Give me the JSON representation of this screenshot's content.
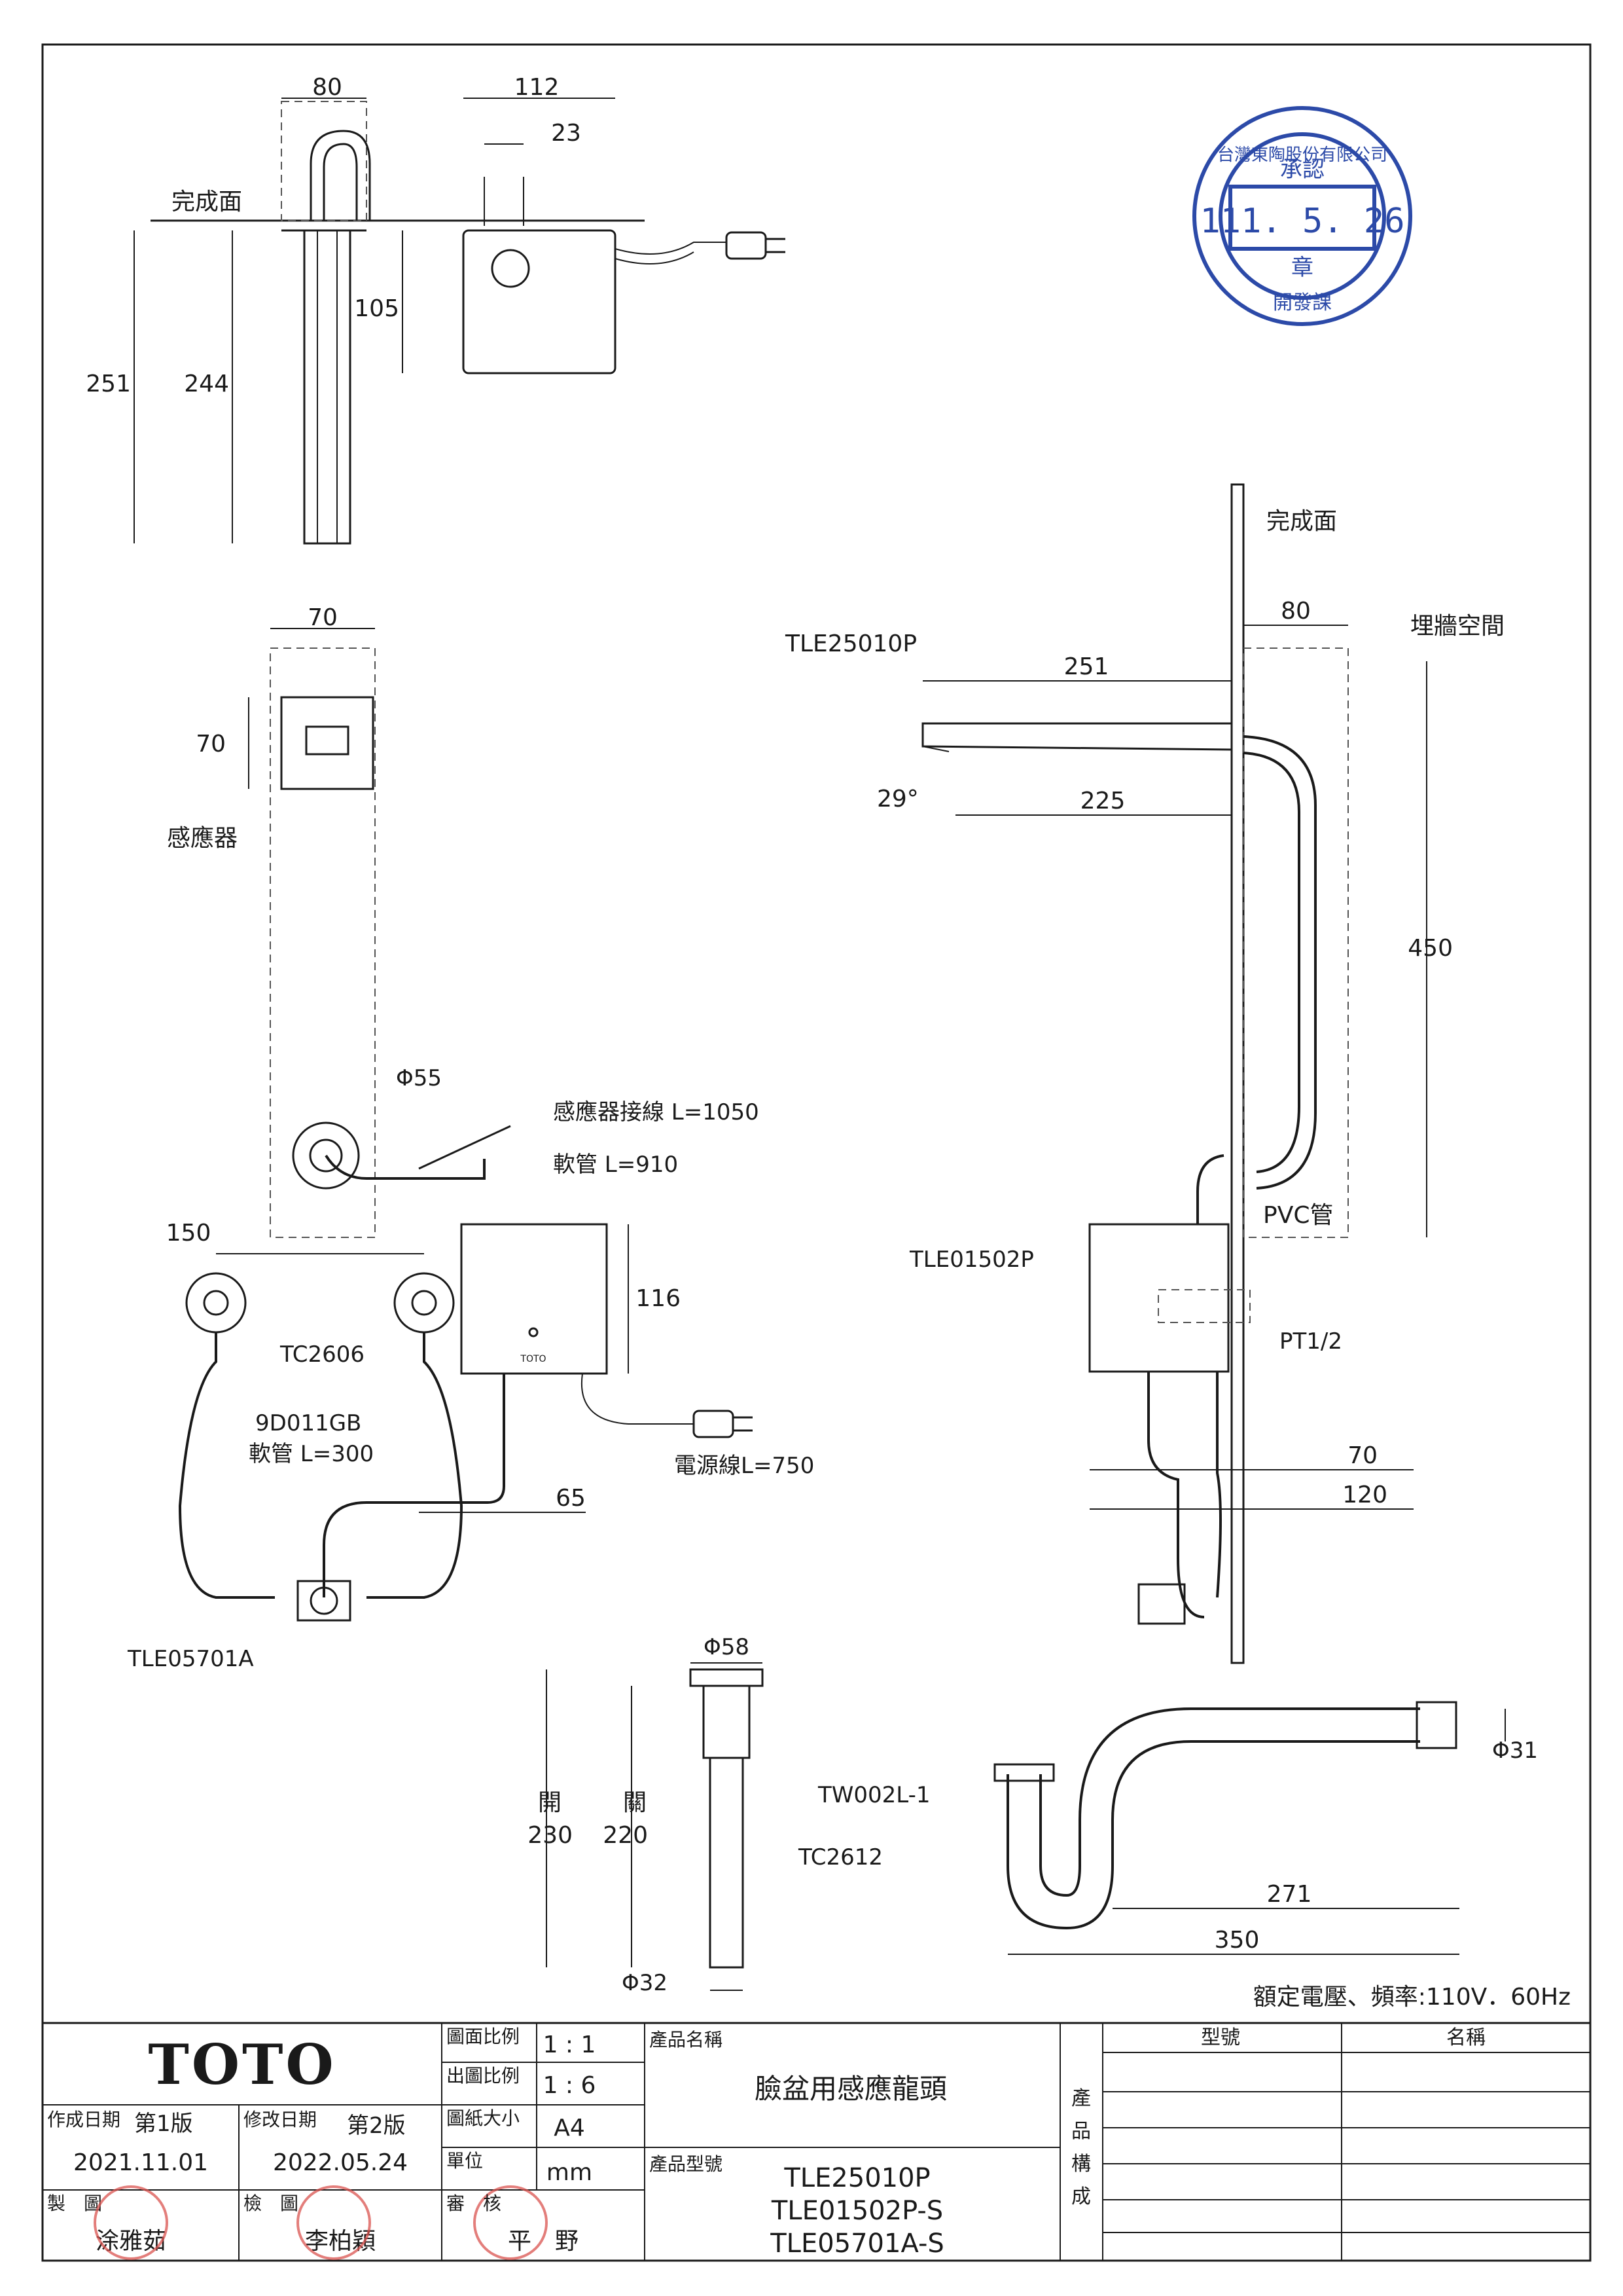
{
  "dimensions": {
    "top_width": "80",
    "top_box_width": "112",
    "top_box_inner": "23",
    "top_h_total": "251",
    "top_h_pipe": "244",
    "top_box_h": "105",
    "front_w": "70",
    "front_h": "70",
    "phi55": "Φ55",
    "w150": "150",
    "h116": "116",
    "w65": "65",
    "side_wall_gap": "80",
    "spout_len": "251",
    "spout_reach": "225",
    "angle": "29°",
    "wall_h": "450",
    "box_depth_70": "70",
    "box_depth_120": "120",
    "drain_phi58": "Φ58",
    "drain_phi32": "Φ32",
    "drain_open_label": "開",
    "drain_open": "230",
    "drain_close_label": "關",
    "drain_close": "220",
    "trap_phi31": "Φ31",
    "trap_271": "271",
    "trap_350": "350"
  },
  "labels": {
    "finish_surface": "完成面",
    "finish_surface_side": "完成面",
    "sensor": "感應器",
    "sensor_cable": "感應器接線 L=1050",
    "soft_pipe": "軟管 L=910",
    "tc2606": "TC2606",
    "hose_code": "9D011GB",
    "hose_len": "軟管 L=300",
    "tle05701a": "TLE05701A",
    "power_cord": "電源線L=750",
    "tle25010p": "TLE25010P",
    "wall_space": "埋牆空間",
    "pvc": "PVC管",
    "tle01502p": "TLE01502P",
    "pt": "PT1/2",
    "tc2612": "TC2612",
    "tw002l": "TW002L-1",
    "toto_small": "TOTO"
  },
  "stamp": {
    "top": "台灣東陶股份有限公司",
    "approve": "承認",
    "date": "111. 5. 26",
    "seal": "章",
    "bottom": "開發課"
  },
  "rating": "額定電壓、頻率:110V．60Hz",
  "title_block": {
    "brand": "TOTO",
    "scale_label": "圖面比例",
    "scale": "1 : 1",
    "print_label": "出圖比例",
    "print": "1 : 6",
    "paper_label": "圖紙大小",
    "paper": "A4",
    "unit_label": "單位",
    "unit": "mm",
    "created_label": "作成日期",
    "created_ver": "第1版",
    "created_date": "2021.11.01",
    "revised_label": "修改日期",
    "revised_ver": "第2版",
    "revised_date": "2022.05.24",
    "drawn_label": "製　圖",
    "drawn_by": "涂雅茹",
    "check_label": "檢　圖",
    "check_by": "李柏穎",
    "approve_label": "審　核",
    "approve_by": "平　野",
    "name_label": "產品名稱",
    "name": "臉盆用感應龍頭",
    "model_label": "產品型號",
    "models": [
      "TLE25010P",
      "TLE01502P-S",
      "TLE05701A-S"
    ],
    "composition_label": [
      "產",
      "品",
      "構",
      "成"
    ],
    "col_model": "型號",
    "col_name": "名稱"
  }
}
